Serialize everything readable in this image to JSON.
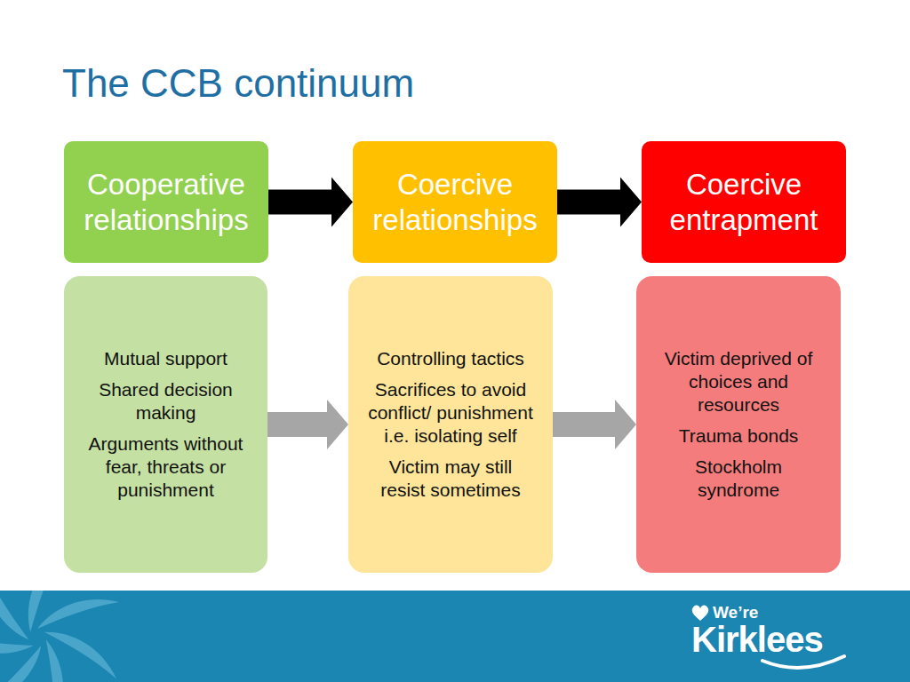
{
  "diagram": {
    "title": "The CCB continuum",
    "nodes": [
      {
        "text": [
          "Cooperative relationships"
        ]
      },
      {
        "text": [
          "Coercive relationships"
        ]
      },
      {
        "text": [
          "Coercive entrapment"
        ]
      },
      {
        "text": [
          "Mutual support",
          "Shared decision making",
          "Arguments without fear, threats or punishment"
        ]
      },
      {
        "text": [
          "Controlling tactics",
          "Sacrifices to avoid conflict/ punishment i.e. isolating self",
          "Victim may still resist sometimes"
        ]
      },
      {
        "text": [
          "Victim deprived of choices and resources",
          "Trauma bonds",
          "Stockholm syndrome"
        ]
      }
    ],
    "edges": [
      {
        "from": 0,
        "to": 1,
        "arrow": "to"
      },
      {
        "from": 1,
        "to": 2,
        "arrow": "to"
      },
      {
        "from": 3,
        "to": 4,
        "arrow": "to"
      },
      {
        "from": 4,
        "to": 5,
        "arrow": "to"
      }
    ],
    "labels": [
      "We’re",
      "Kirklees"
    ]
  }
}
